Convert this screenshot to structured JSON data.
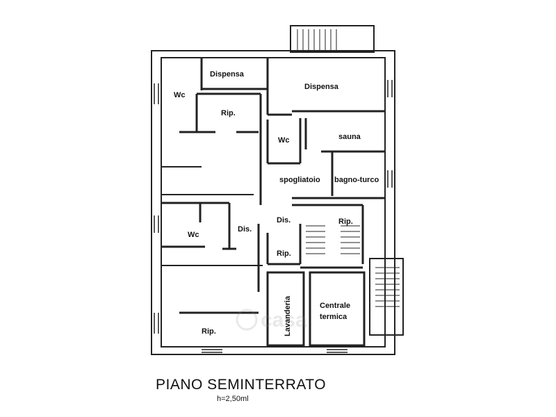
{
  "rooms": {
    "dispensa_small": "Dispensa",
    "dispensa_large": "Dispensa",
    "wc_top": "Wc",
    "rip_top": "Rip.",
    "wc_center": "Wc",
    "sauna": "sauna",
    "spogliatoio": "spogliatoio",
    "bagno_turco": "bagno-turco",
    "wc_mid": "Wc",
    "dis_left": "Dis.",
    "dis_center": "Dis.",
    "rip_stair": "Rip.",
    "rip_center": "Rip.",
    "lavanderia": "Lavanderia",
    "centrale_line1": "Centrale",
    "centrale_line2": "termica",
    "rip_bottom": "Rip."
  },
  "caption": {
    "title": "PIANO SEMINTERRATO",
    "height": "h=2,50ml"
  },
  "watermark": "casa"
}
